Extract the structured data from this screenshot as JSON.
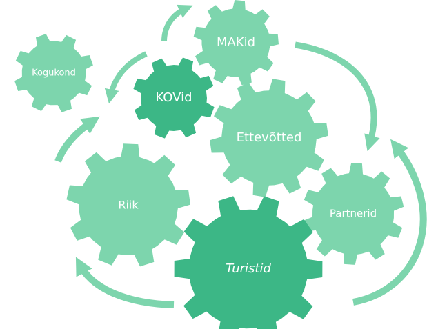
{
  "diagram": {
    "gears": [
      {
        "id": "kogukond",
        "label": "Kogukond"
      },
      {
        "id": "makid",
        "label": "MAKid"
      },
      {
        "id": "kovid",
        "label": "KOVid"
      },
      {
        "id": "ettevotted",
        "label": "Ettevõtted"
      },
      {
        "id": "riik",
        "label": "Riik"
      },
      {
        "id": "partnerid",
        "label": "Partnerid"
      },
      {
        "id": "turistid",
        "label": "Turistid"
      }
    ],
    "colors": {
      "light_gear": "#7dd5ad",
      "dark_gear": "#3cb786",
      "arrow": "#7dd5ad"
    }
  }
}
